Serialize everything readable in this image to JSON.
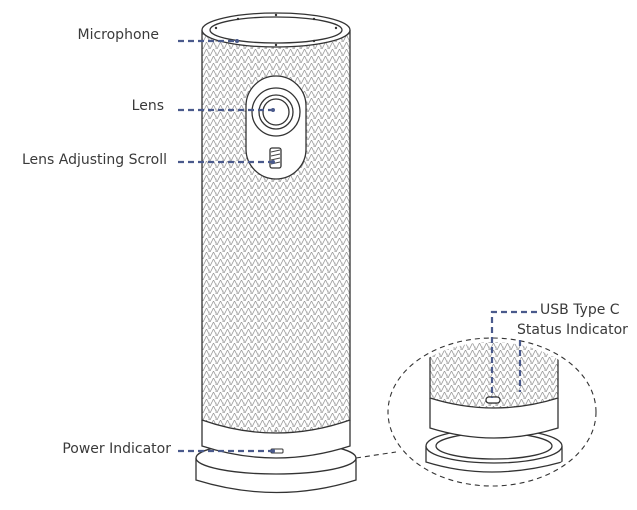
{
  "labels": {
    "microphone": "Microphone",
    "lens": "Lens",
    "lens_scroll": "Lens Adjusting Scroll",
    "power_indicator": "Power Indicator",
    "usb_type_c": "USB Type C",
    "status_indicator": "Status Indicator"
  },
  "colors": {
    "line": "#333333",
    "leader": "#4a5a8c",
    "mesh": "#bdbdbd"
  }
}
